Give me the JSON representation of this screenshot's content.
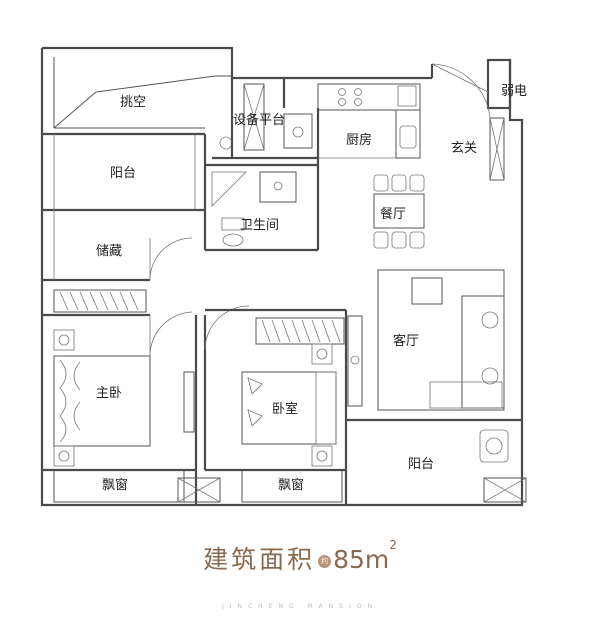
{
  "rooms": {
    "tiao_kong": "挑空",
    "she_bei": "设备平台",
    "chu_fang": "厨房",
    "ruo_dian": "弱电",
    "xuan_guan": "玄关",
    "yang_tai_top": "阳台",
    "wei_sheng": "卫生间",
    "can_ting": "餐厅",
    "chu_cang": "储藏",
    "ke_ting": "客厅",
    "zhu_wo": "主卧",
    "wo_shi": "卧室",
    "piao_chuang_1": "飘窗",
    "piao_chuang_2": "飘窗",
    "yang_tai_bottom": "阳台"
  },
  "area": {
    "label": "建筑面积",
    "badge": "约",
    "value": "85m",
    "sup": "2"
  },
  "brand": "JINCHENG MANSION",
  "colors": {
    "wall": "#4a4a4a",
    "accent": "#8a6a4e"
  }
}
